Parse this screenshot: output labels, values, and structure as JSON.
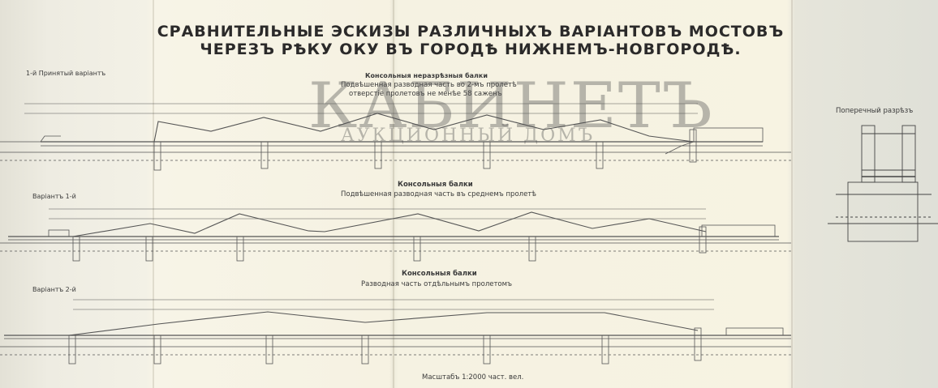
{
  "title_line1": "СРАВНИТЕЛЬНЫЕ ЭСКИЗЫ РАЗЛИЧНЫХЪ ВАРІАНТОВЪ МОСТОВЪ",
  "title_line2": "ЧЕРЕЗЪ РѢКУ ОКУ ВЪ ГОРОДѢ НИЖНЕМЪ-НОВГОРОДѢ.",
  "cross_section_label": "Поперечный разрѣзъ",
  "scale_note": "Масштабъ 1:2000 част. вел.",
  "watermark": {
    "main": "КАБИНЕТЪ",
    "sub": "АУКЦИОННЫЙ ДОМЪ"
  },
  "variants": [
    {
      "label": "1-й Принятый варіантъ",
      "heading": "Консольныя неразрѣзныя балки",
      "sub1": "Подвѣшенная разводная часть во 2-мъ пролетѣ",
      "sub2": "отверстіе пролетовъ не менѣе 58 саженъ"
    },
    {
      "label": "Варіантъ 1-й",
      "heading": "Консольныя балки",
      "sub1": "Подвѣшенная разводная часть въ среднемъ пролетѣ",
      "sub2": ""
    },
    {
      "label": "Варіантъ 2-й",
      "heading": "Консольныя балки",
      "sub1": "Разводная часть отдѣльнымъ пролетомъ",
      "sub2": ""
    }
  ]
}
